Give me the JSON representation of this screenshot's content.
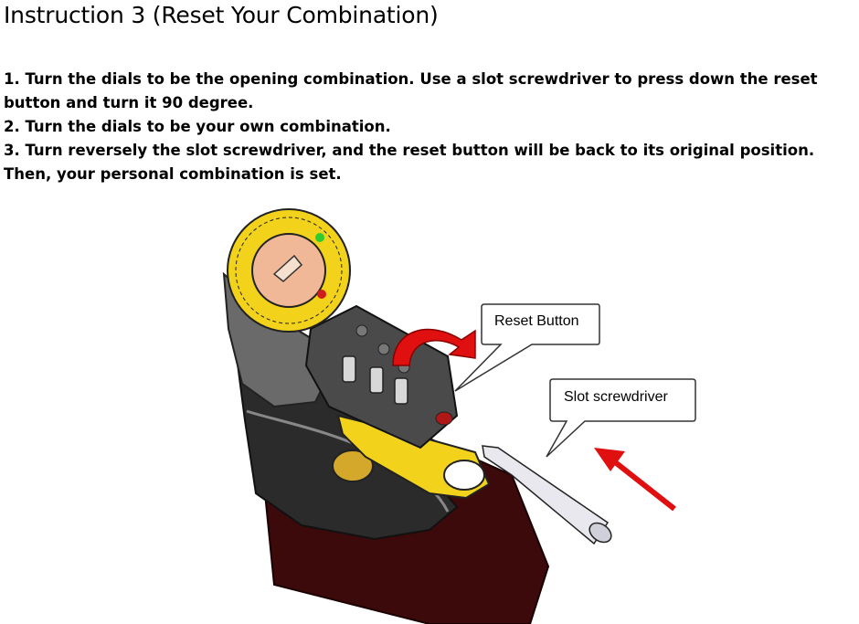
{
  "heading": "Instruction 3  (Reset Your Combination)",
  "steps": [
    "1. Turn the dials to be the opening combination.  Use a slot screwdriver to press down the reset button and turn it 90 degree.",
    "2. Turn the dials to be your own combination.",
    "3. Turn reversely the slot screwdriver, and the reset button will be back to its original position. Then, your personal combination is set."
  ],
  "callouts": {
    "reset_button": "Reset Button",
    "slot_screwdriver": "Slot screwdriver"
  },
  "colors": {
    "dial_yellow": "#f2d21a",
    "lock_dark": "#2b2b2b",
    "lock_body_red": "#3c0a0a",
    "arrow_red": "#e01010",
    "indicator_green": "#2ecc2e",
    "indicator_red": "#d01c1c"
  }
}
